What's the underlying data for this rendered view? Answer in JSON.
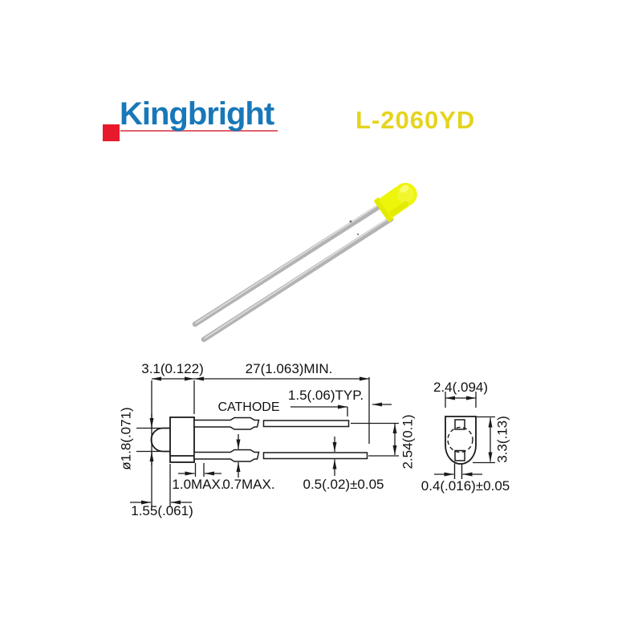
{
  "brand": {
    "logo_text": "Kingbright"
  },
  "part_number": "L-2060YD",
  "colors": {
    "logo_blue": "#1878b8",
    "logo_red": "#e8192c",
    "underline_pink": "#e0606e",
    "part_number_yellow": "#e5d41e",
    "led_body_yellow": "#edf50a",
    "lead_gray": "#b3b3b5",
    "drawing_line": "#1a1a1a"
  },
  "drawing": {
    "side_view": {
      "labels": {
        "body_length": "3.1(0.122)",
        "lead_length": "27(1.063)MIN.",
        "tip_typ": "1.5(.06)TYP.",
        "cathode": "CATHODE",
        "dome_diameter": "ø1.8(.071)",
        "lead_pitch": "2.54(0.1)",
        "standoff_1": "1.0MAX.",
        "standoff_2": "0.7MAX.",
        "lead_thickness": "0.5(.02)±0.05",
        "tip_length": "1.55(.061)"
      }
    },
    "end_view": {
      "labels": {
        "body_width": "2.4(.094)",
        "body_height": "3.3(.13)",
        "lead_width": "0.4(.016)±0.05"
      }
    }
  }
}
